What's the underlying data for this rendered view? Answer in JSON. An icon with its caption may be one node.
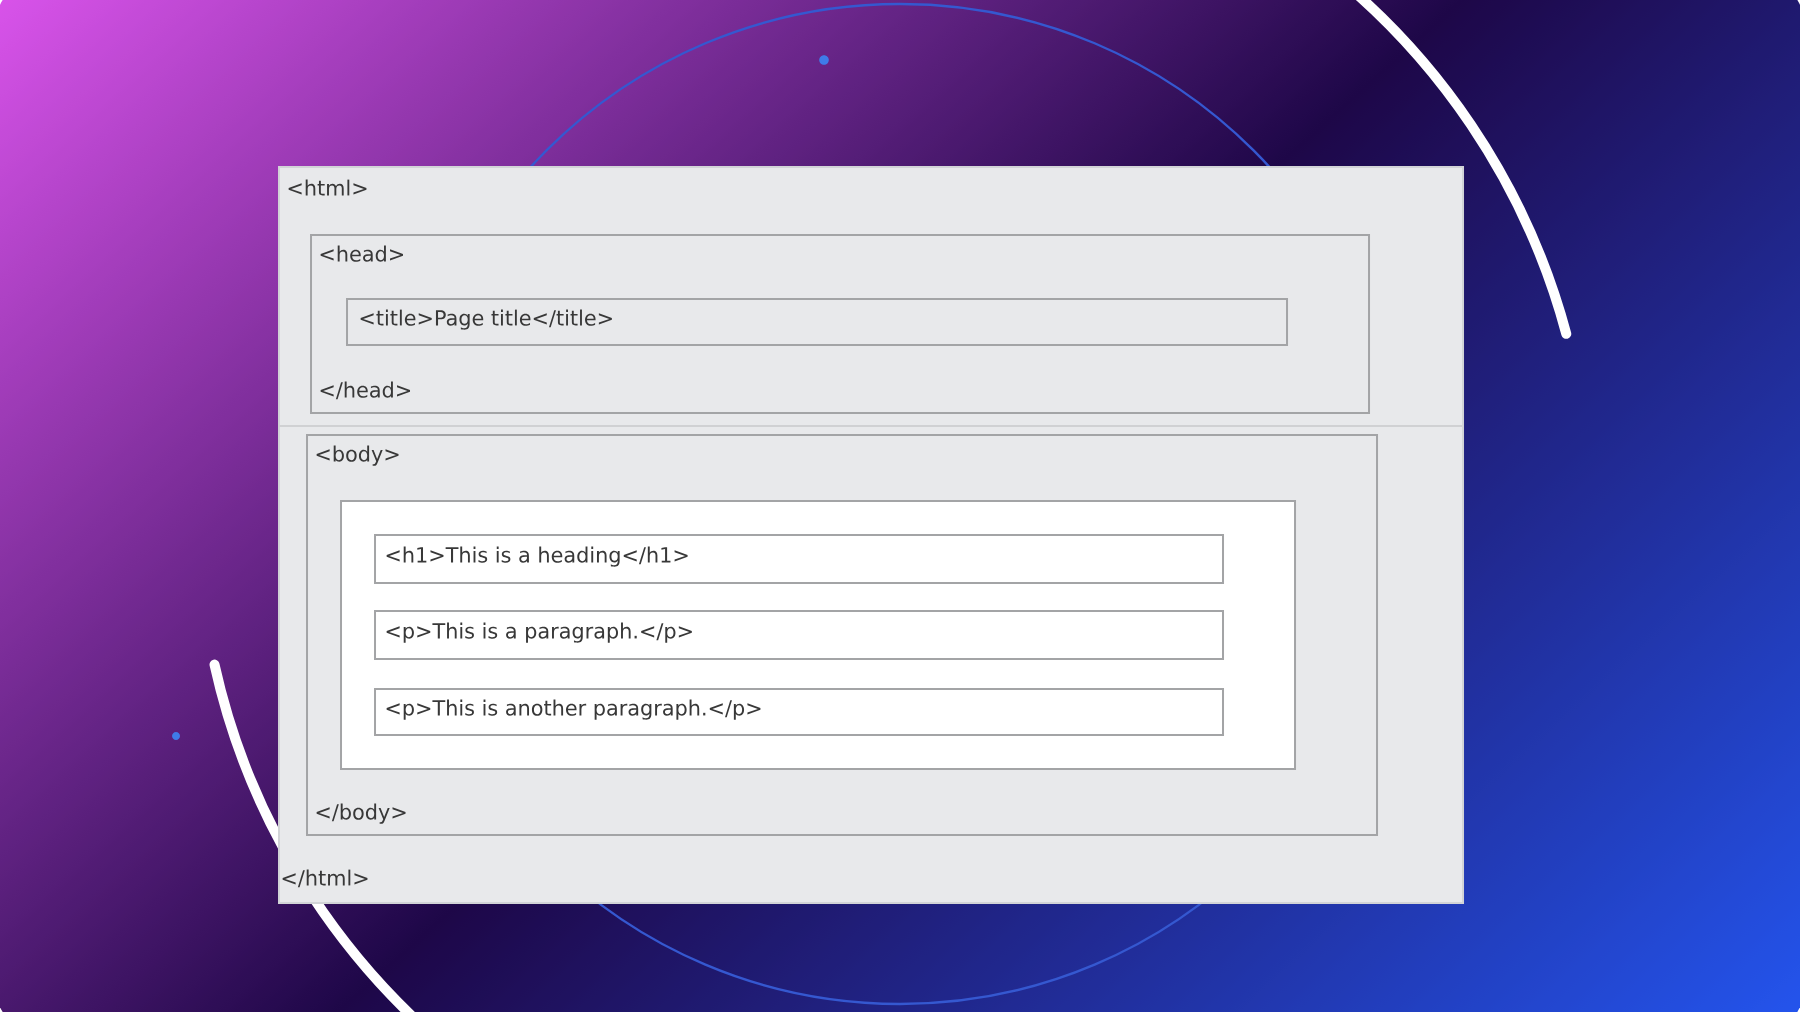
{
  "diagram": {
    "nodes": [
      {
        "text": [
          "<html>",
          "</html>"
        ]
      },
      {
        "text": [
          "<head>",
          "</head>"
        ],
        "in": 0
      },
      {
        "text": [
          "<title>Page title</title>"
        ],
        "in": 1
      },
      {
        "text": [
          "<body>",
          "</body>"
        ],
        "in": 0
      },
      {
        "text": [],
        "shape": "box",
        "in": 3
      },
      {
        "text": [
          "<h1>This is a heading</h1>"
        ],
        "in": 4
      },
      {
        "text": [
          "<p>This is a paragraph.</p>"
        ],
        "in": 4
      },
      {
        "text": [
          "<p>This is another paragraph.</p>"
        ],
        "in": 4
      }
    ]
  }
}
